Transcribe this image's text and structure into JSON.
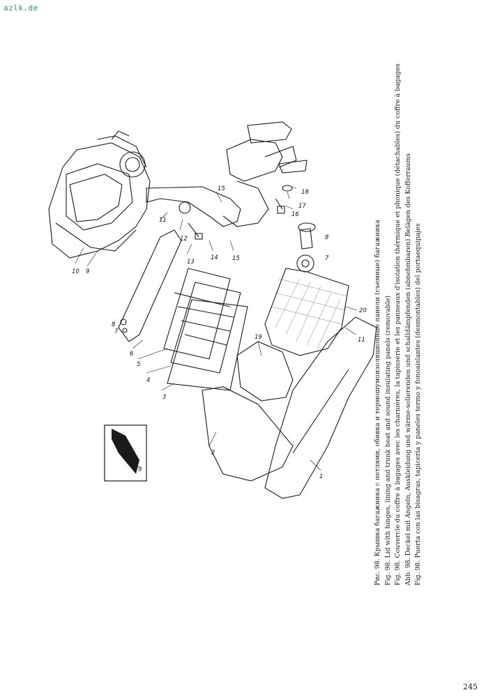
{
  "watermark": "azlk.de",
  "page_number": "245",
  "captions": [
    "Рис. 98. Крышка багажника с петлями, обивка и термошумоизоляционные панели (съемные) багажника",
    "Fig. 98. Lid with hinges, lining and trunk heat and sound insulating panels (removable)",
    "Fig. 98. Couvercle du coffre à bagages avec les charnières, la tapisserie et les panneaux d'isolation thérmique et phonique (détachables) du coffre à bagages",
    "Abb. 98. Deckel mit Angeln, Auskleidung und wärme-solierenden und schalldämpfenden (abnehmbaren) Belägen des Kofferraums",
    "Fig. 98. Puerta con las bisagras, tapicería y paneles termo y fonoaislantes (desmontables) del portaequipajes"
  ],
  "callouts": {
    "n1": "1",
    "n2": "2",
    "n3": "3",
    "n4": "4",
    "n5": "5",
    "n6": "6",
    "n7": "7",
    "n8": "8",
    "n9": "9",
    "n10": "10",
    "n11": "11",
    "n12": "12",
    "n13": "13",
    "n14": "14",
    "n15": "15",
    "n16": "16",
    "n17": "17",
    "n18": "18",
    "n19": "19",
    "n20": "20",
    "n9b": "9",
    "n11b": "11",
    "n15b": "15",
    "n7b": "7",
    "n8b": "8"
  }
}
